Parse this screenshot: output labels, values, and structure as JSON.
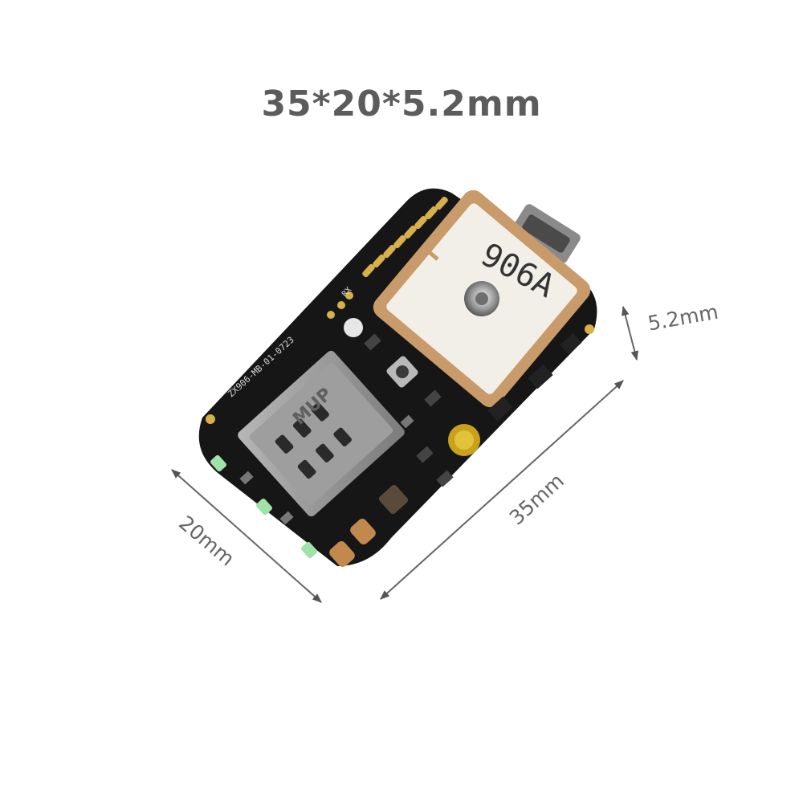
{
  "title": "35*20*5.2mm",
  "dimensions": {
    "length_label": "35mm",
    "width_label": "20mm",
    "height_label": "5.2mm"
  },
  "board": {
    "antenna_marking": "906A",
    "sim_marking": "MUP",
    "pcb_marking": "ZX906-MB-01-0723",
    "silkscreen_rx": "RX"
  },
  "colors": {
    "pcb": "#161616",
    "antenna_border": "#c99a6a",
    "antenna_face": "#f1efe8",
    "gold_pad": "#d7b04a",
    "dimension_line": "#666666"
  }
}
